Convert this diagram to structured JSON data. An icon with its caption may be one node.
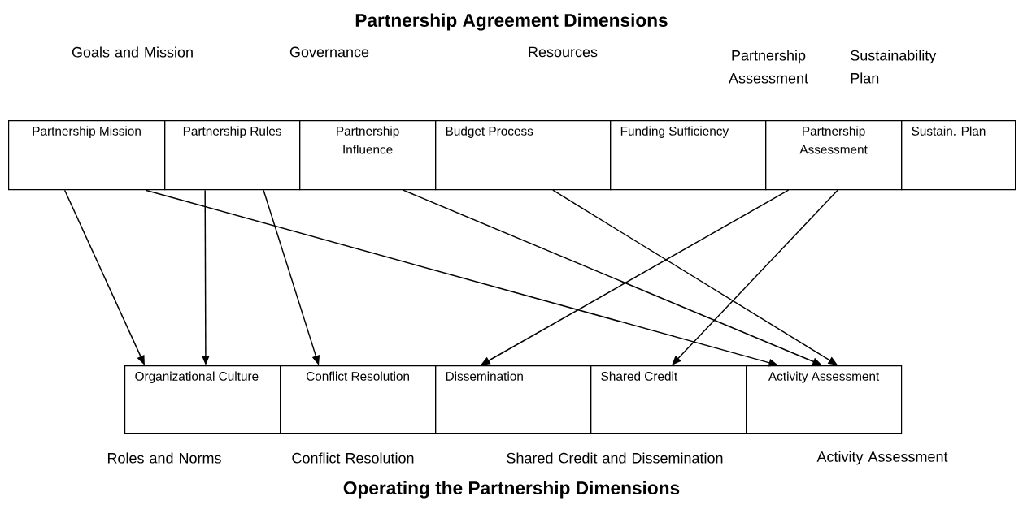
{
  "diagram": {
    "title": "Partnership Agreement Dimensions",
    "caption": "Operating the Partnership Dimensions",
    "nodes": [
      {
        "text": [
          "Partnership Mission"
        ]
      },
      {
        "text": [
          "Partnership Rules"
        ]
      },
      {
        "text": [
          "Partnership Influence"
        ]
      },
      {
        "text": [
          "Budget Process"
        ]
      },
      {
        "text": [
          "Funding Sufficiency"
        ]
      },
      {
        "text": [
          "Partnership Assessment"
        ]
      },
      {
        "text": [
          "Sustain. Plan"
        ]
      },
      {
        "text": [
          "Organizational Culture"
        ]
      },
      {
        "text": [
          "Conflict Resolution"
        ]
      },
      {
        "text": [
          "Dissemination"
        ]
      },
      {
        "text": [
          "Shared Credit"
        ]
      },
      {
        "text": [
          "Activity Assessment"
        ]
      }
    ],
    "edges": [
      {
        "from": 0,
        "to": 7,
        "arrow": "to"
      },
      {
        "from": 0,
        "to": 11,
        "arrow": "to"
      },
      {
        "from": 1,
        "to": 7,
        "arrow": "to"
      },
      {
        "from": 1,
        "to": 8,
        "arrow": "to"
      },
      {
        "from": 2,
        "to": 11,
        "arrow": "to"
      },
      {
        "from": 3,
        "to": 11,
        "arrow": "to"
      },
      {
        "from": 5,
        "to": 9,
        "arrow": "to"
      },
      {
        "from": 5,
        "to": 10,
        "arrow": "to"
      }
    ],
    "labels": [
      "Goals and Mission",
      "Governance",
      "Resources",
      "Partnership Assessment",
      "Sustainability Plan",
      "Roles and Norms",
      "Conflict Resolution",
      "Shared Credit and Dissemination",
      "Activity Assessment"
    ]
  }
}
